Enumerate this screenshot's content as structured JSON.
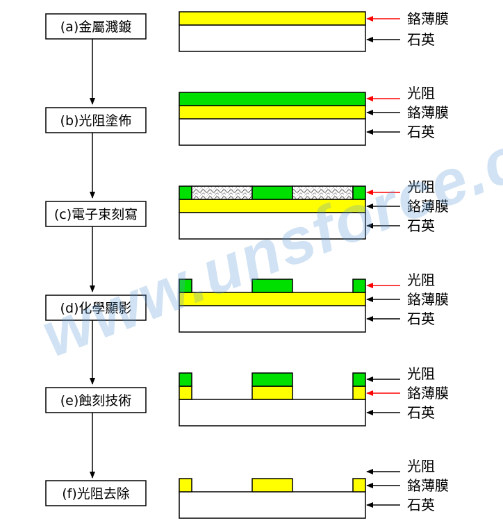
{
  "steps": [
    {
      "label": "(a)金屬濺鍍"
    },
    {
      "label": "(b)光阻塗佈"
    },
    {
      "label": "(c)電子束刻寫"
    },
    {
      "label": "(d)化學顯影"
    },
    {
      "label": "(e)蝕刻技術"
    },
    {
      "label": "(f)光阻去除"
    }
  ],
  "layers": {
    "photoresist": "光阻",
    "chrome": "鉻薄膜",
    "quartz": "石英"
  },
  "watermark": "www.unsforce.com",
  "colors": {
    "photoresist": "#00e000",
    "chrome": "#ffff00",
    "quartz": "#ffffff",
    "highlight_arrow": "#ff0000",
    "arrow": "#000000",
    "watermark": "#5b9bd5"
  }
}
